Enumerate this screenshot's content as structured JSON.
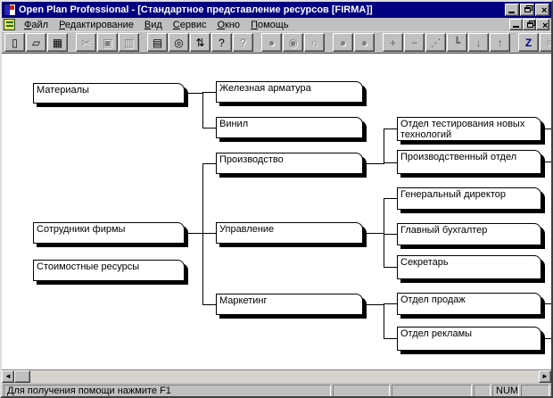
{
  "window": {
    "title": "Open Plan Professional - [Стандартное представление ресурсов [FIRMA]]",
    "controls": {
      "close_glyph": "×"
    }
  },
  "menu": {
    "items": [
      {
        "label": "Файл"
      },
      {
        "label": "Редактирование"
      },
      {
        "label": "Вид"
      },
      {
        "label": "Сервис"
      },
      {
        "label": "Окно"
      },
      {
        "label": "Помощь"
      }
    ]
  },
  "toolbar": {
    "buttons": [
      {
        "name": "new",
        "glyph": "▯",
        "disabled": false
      },
      {
        "name": "open",
        "glyph": "▱",
        "disabled": false
      },
      {
        "name": "save",
        "glyph": "▦",
        "disabled": false
      },
      {
        "name": "cut",
        "glyph": "✂",
        "disabled": true
      },
      {
        "name": "copy",
        "glyph": "▣",
        "disabled": true
      },
      {
        "name": "paste",
        "glyph": "▥",
        "disabled": true
      },
      {
        "name": "print",
        "glyph": "▤",
        "disabled": false
      },
      {
        "name": "print-preview",
        "glyph": "◎",
        "disabled": false
      },
      {
        "name": "update",
        "glyph": "⇅",
        "disabled": false
      },
      {
        "name": "help",
        "glyph": "?",
        "disabled": false
      },
      {
        "name": "context-help",
        "glyph": "?",
        "disabled": true
      },
      {
        "name": "shape-circle-1",
        "glyph": "●",
        "disabled": true
      },
      {
        "name": "shape-circle-q",
        "glyph": "◉",
        "disabled": true
      },
      {
        "name": "shape-arch",
        "glyph": "∩",
        "disabled": true
      },
      {
        "name": "shape-circle-2",
        "glyph": "●",
        "disabled": true
      },
      {
        "name": "shape-circle-3",
        "glyph": "●",
        "disabled": true
      },
      {
        "name": "expand",
        "glyph": "+",
        "disabled": false
      },
      {
        "name": "collapse",
        "glyph": "−",
        "disabled": false
      },
      {
        "name": "link-dots",
        "glyph": "⋰",
        "disabled": false
      },
      {
        "name": "steps",
        "glyph": "┗",
        "disabled": false
      },
      {
        "name": "move-down",
        "glyph": "↓",
        "disabled": false
      },
      {
        "name": "move-up",
        "glyph": "↑",
        "disabled": false
      },
      {
        "name": "zoom-z",
        "glyph": "Z",
        "disabled": false
      },
      {
        "name": "notes",
        "glyph": "≡",
        "disabled": true
      },
      {
        "name": "split-view",
        "glyph": "◫",
        "disabled": false
      },
      {
        "name": "cascade",
        "glyph": "❏",
        "disabled": false
      }
    ]
  },
  "diagram": {
    "boxes": [
      {
        "label": "Материалы"
      },
      {
        "label": "Железная арматура"
      },
      {
        "label": "Винил"
      },
      {
        "label": "Производство"
      },
      {
        "label": "Сотрудники фирмы"
      },
      {
        "label": "Стоимостные ресурсы"
      },
      {
        "label": "Управление"
      },
      {
        "label": "Маркетинг"
      },
      {
        "label": "Отдел тестирования новых технологий"
      },
      {
        "label": "Производственный отдел"
      },
      {
        "label": "Генеральный директор"
      },
      {
        "label": "Главный бухгалтер"
      },
      {
        "label": "Секретарь"
      },
      {
        "label": "Отдел продаж"
      },
      {
        "label": "Отдел рекламы"
      }
    ]
  },
  "scrollbar": {
    "left_glyph": "◄",
    "right_glyph": "►"
  },
  "statusbar": {
    "help_text": "Для получения помощи нажмите F1",
    "num_label": "NUM"
  },
  "colors": {
    "titlebar": "#000080",
    "chrome": "#c0c0c0",
    "canvas": "#ffffff",
    "line": "#000000"
  }
}
